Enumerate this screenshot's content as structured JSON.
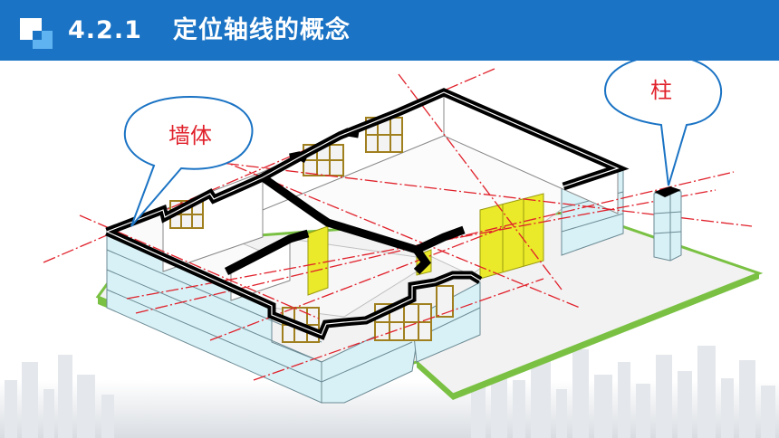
{
  "header": {
    "section_number": "4.2.1",
    "title": "定位轴线的概念"
  },
  "callouts": {
    "wall_label": "墙体",
    "column_label": "柱"
  },
  "colors": {
    "header_blue": "#1a73c4",
    "axis_line": "#e0202a",
    "callout_text": "#e0202a",
    "ground_green": "#7ac143",
    "wall_fill": "#d8f1f6",
    "yellow_panel": "#eaea2a"
  },
  "icons": [
    "square-logo-icon"
  ]
}
